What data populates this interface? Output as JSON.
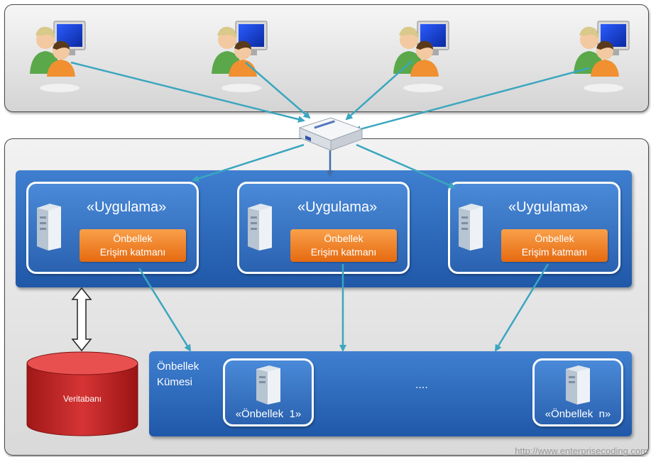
{
  "applications": [
    {
      "title": "«Uygulama»",
      "layer_line1": "Önbellek",
      "layer_line2": "Erişim katmanı"
    },
    {
      "title": "«Uygulama»",
      "layer_line1": "Önbellek",
      "layer_line2": "Erişim katmanı"
    },
    {
      "title": "«Uygulama»",
      "layer_line1": "Önbellek",
      "layer_line2": "Erişim katmanı"
    }
  ],
  "cache_cluster": {
    "label_line1": "Önbellek",
    "label_line2": "Kümesi",
    "nodes": [
      "«Önbellek  1»",
      "«Önbellek  n»"
    ],
    "ellipsis": "...."
  },
  "database": {
    "label": "Veritabanı"
  },
  "footer": {
    "url": "http://www.enterprisecoding.com"
  },
  "colors": {
    "arrow": "#3aa6bf",
    "band": "#2d6bc0",
    "layer": "#f08a2c",
    "database": "#cc2a2a"
  },
  "icons": [
    "user-computer-icon",
    "load-balancer-icon",
    "server-icon",
    "database-icon",
    "double-arrow-icon"
  ]
}
